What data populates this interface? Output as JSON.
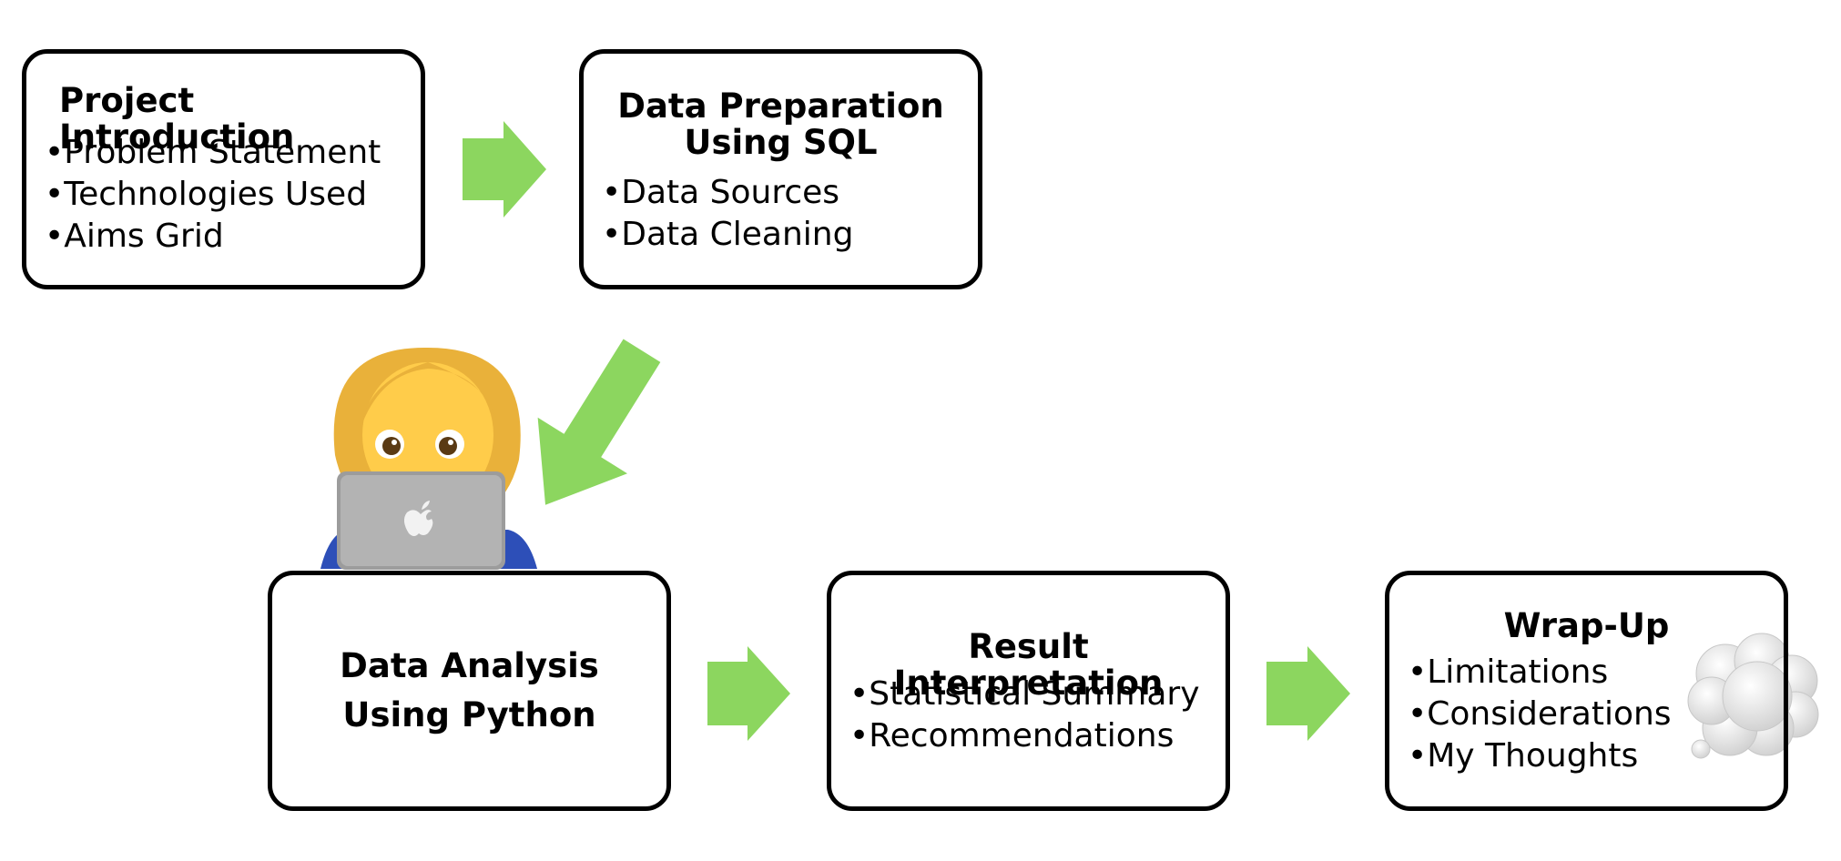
{
  "colors": {
    "arrow": "#8cd65f",
    "box_border": "#000000",
    "background": "#ffffff"
  },
  "icons": {
    "person": "woman-at-laptop-icon",
    "thought": "thought-bubble-icon"
  },
  "boxes": {
    "intro": {
      "title": "Project Introduction",
      "items": [
        "Problem Statement",
        "Technologies Used",
        "Aims Grid"
      ]
    },
    "prep": {
      "title_line1": "Data Preparation",
      "title_line2": "Using SQL",
      "items": [
        "Data Sources",
        "Data Cleaning"
      ]
    },
    "analysis": {
      "title_line1": "Data Analysis",
      "title_line2": "Using Python"
    },
    "results": {
      "title": "Result Interpretation",
      "items": [
        "Statistical Summary",
        "Recommendations"
      ]
    },
    "wrap": {
      "title": "Wrap-Up",
      "items": [
        "Limitations",
        "Considerations",
        "My Thoughts"
      ]
    }
  }
}
